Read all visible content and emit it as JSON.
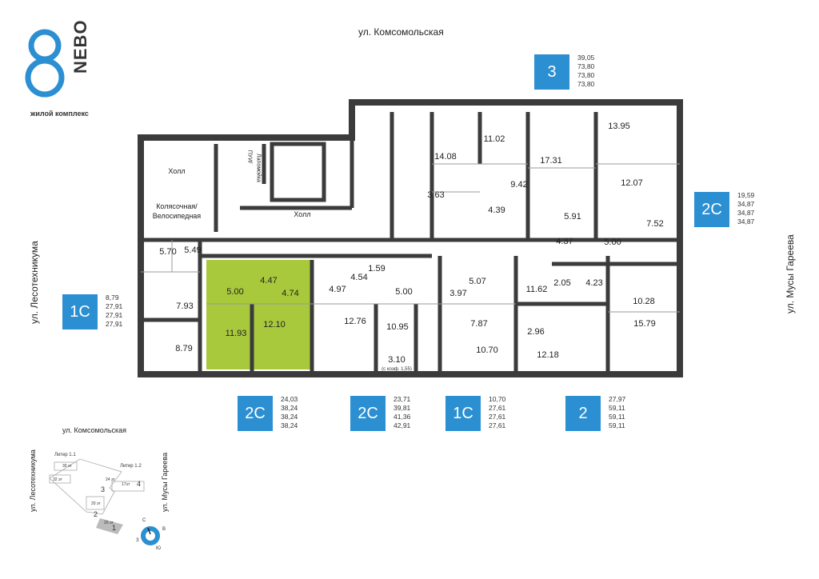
{
  "logo": {
    "name": "NEBO",
    "subtitle": "жилой комплекс"
  },
  "streets": {
    "top": "ул. Комсомольская",
    "left": "ул. Лесотехникума",
    "right": "ул. Мусы Гареева"
  },
  "common_rooms": {
    "hall1": "Холл",
    "stroller1": "Колясочная/",
    "stroller2": "Велосипедная",
    "hall2": "Холл",
    "puy": "ПУИ/",
    "puy2": "Лапомойка"
  },
  "rooms": [
    "14.08",
    "11.02",
    "17.31",
    "13.95",
    "9.42",
    "3.63",
    "4.39",
    "12.07",
    "5.91",
    "7.52",
    "4.37",
    "5.00",
    "5.70",
    "5.49",
    "1.59",
    "4.47",
    "5.00",
    "4.74",
    "4.97",
    "4.54",
    "5.00",
    "5.07",
    "3.97",
    "11.62",
    "2.05",
    "4.23",
    "10.28",
    "7.93",
    "12.10",
    "11.93",
    "12.76",
    "10.95",
    "7.87",
    "2.96",
    "15.79",
    "8.79",
    "10.70",
    "12.18",
    "3.10"
  ],
  "balcony_note": "(с коэф. 1,55)",
  "apartments": [
    {
      "type": "3",
      "values": [
        "39,05",
        "73,80",
        "73,80",
        "73,80"
      ]
    },
    {
      "type": "2С",
      "values": [
        "19,59",
        "34,87",
        "34,87",
        "34,87"
      ]
    },
    {
      "type": "1С",
      "values": [
        "8,79",
        "27,91",
        "27,91",
        "27,91"
      ]
    },
    {
      "type": "2С",
      "values": [
        "24,03",
        "38,24",
        "38,24",
        "38,24"
      ]
    },
    {
      "type": "2С",
      "values": [
        "23,71",
        "39,81",
        "41,36",
        "42,91"
      ]
    },
    {
      "type": "1С",
      "values": [
        "10,70",
        "27,61",
        "27,61",
        "27,61"
      ]
    },
    {
      "type": "2",
      "values": [
        "27,97",
        "59,11",
        "59,11",
        "59,11"
      ]
    }
  ],
  "minimap": {
    "street_top": "ул. Комсомольская",
    "street_left": "ул. Лесотехникума",
    "street_right": "ул. Мусы Гареева",
    "liter11": "Литер 1.1",
    "liter12": "Литер 1.2",
    "floors": [
      "30 эт",
      "32 эт",
      "24 эт",
      "17эт",
      "20 эт",
      "20 эт"
    ],
    "sections": [
      "3",
      "4",
      "2",
      "1"
    ],
    "compass": [
      "С",
      "В",
      "Ю",
      "З"
    ]
  },
  "colors": {
    "accent": "#2b8fd2",
    "highlight": "#a9c93c",
    "wall": "#3b3b3b"
  }
}
